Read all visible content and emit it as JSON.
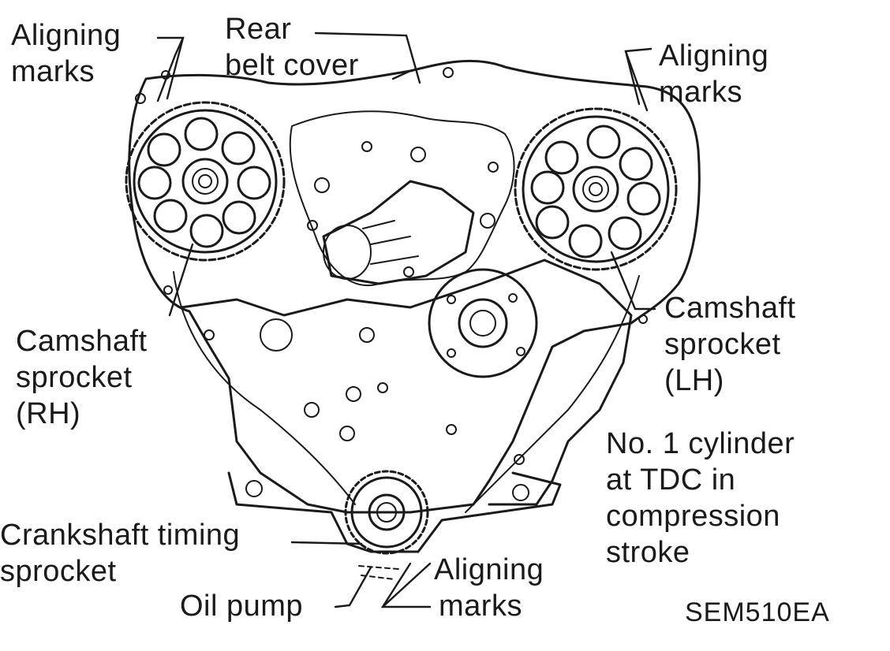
{
  "labels": {
    "aligning_marks_top_left": [
      "Aligning",
      "marks"
    ],
    "rear_belt_cover": [
      "Rear",
      "belt cover"
    ],
    "aligning_marks_top_right": [
      "Aligning",
      "marks"
    ],
    "camshaft_sprocket_rh": [
      "Camshaft",
      "sprocket",
      "(RH)"
    ],
    "camshaft_sprocket_lh": [
      "Camshaft",
      "sprocket",
      "(LH)"
    ],
    "tdc_note": [
      "No. 1 cylinder",
      "at TDC in",
      "compression",
      "stroke"
    ],
    "crankshaft_timing_sprocket": [
      "Crankshaft timing",
      "sprocket"
    ],
    "oil_pump": "Oil pump",
    "aligning_marks_bottom": [
      "Aligning",
      "marks"
    ],
    "figure_code": "SEM510EA"
  },
  "colors": {
    "ink": "#1a1a1a",
    "paper": "#ffffff"
  }
}
